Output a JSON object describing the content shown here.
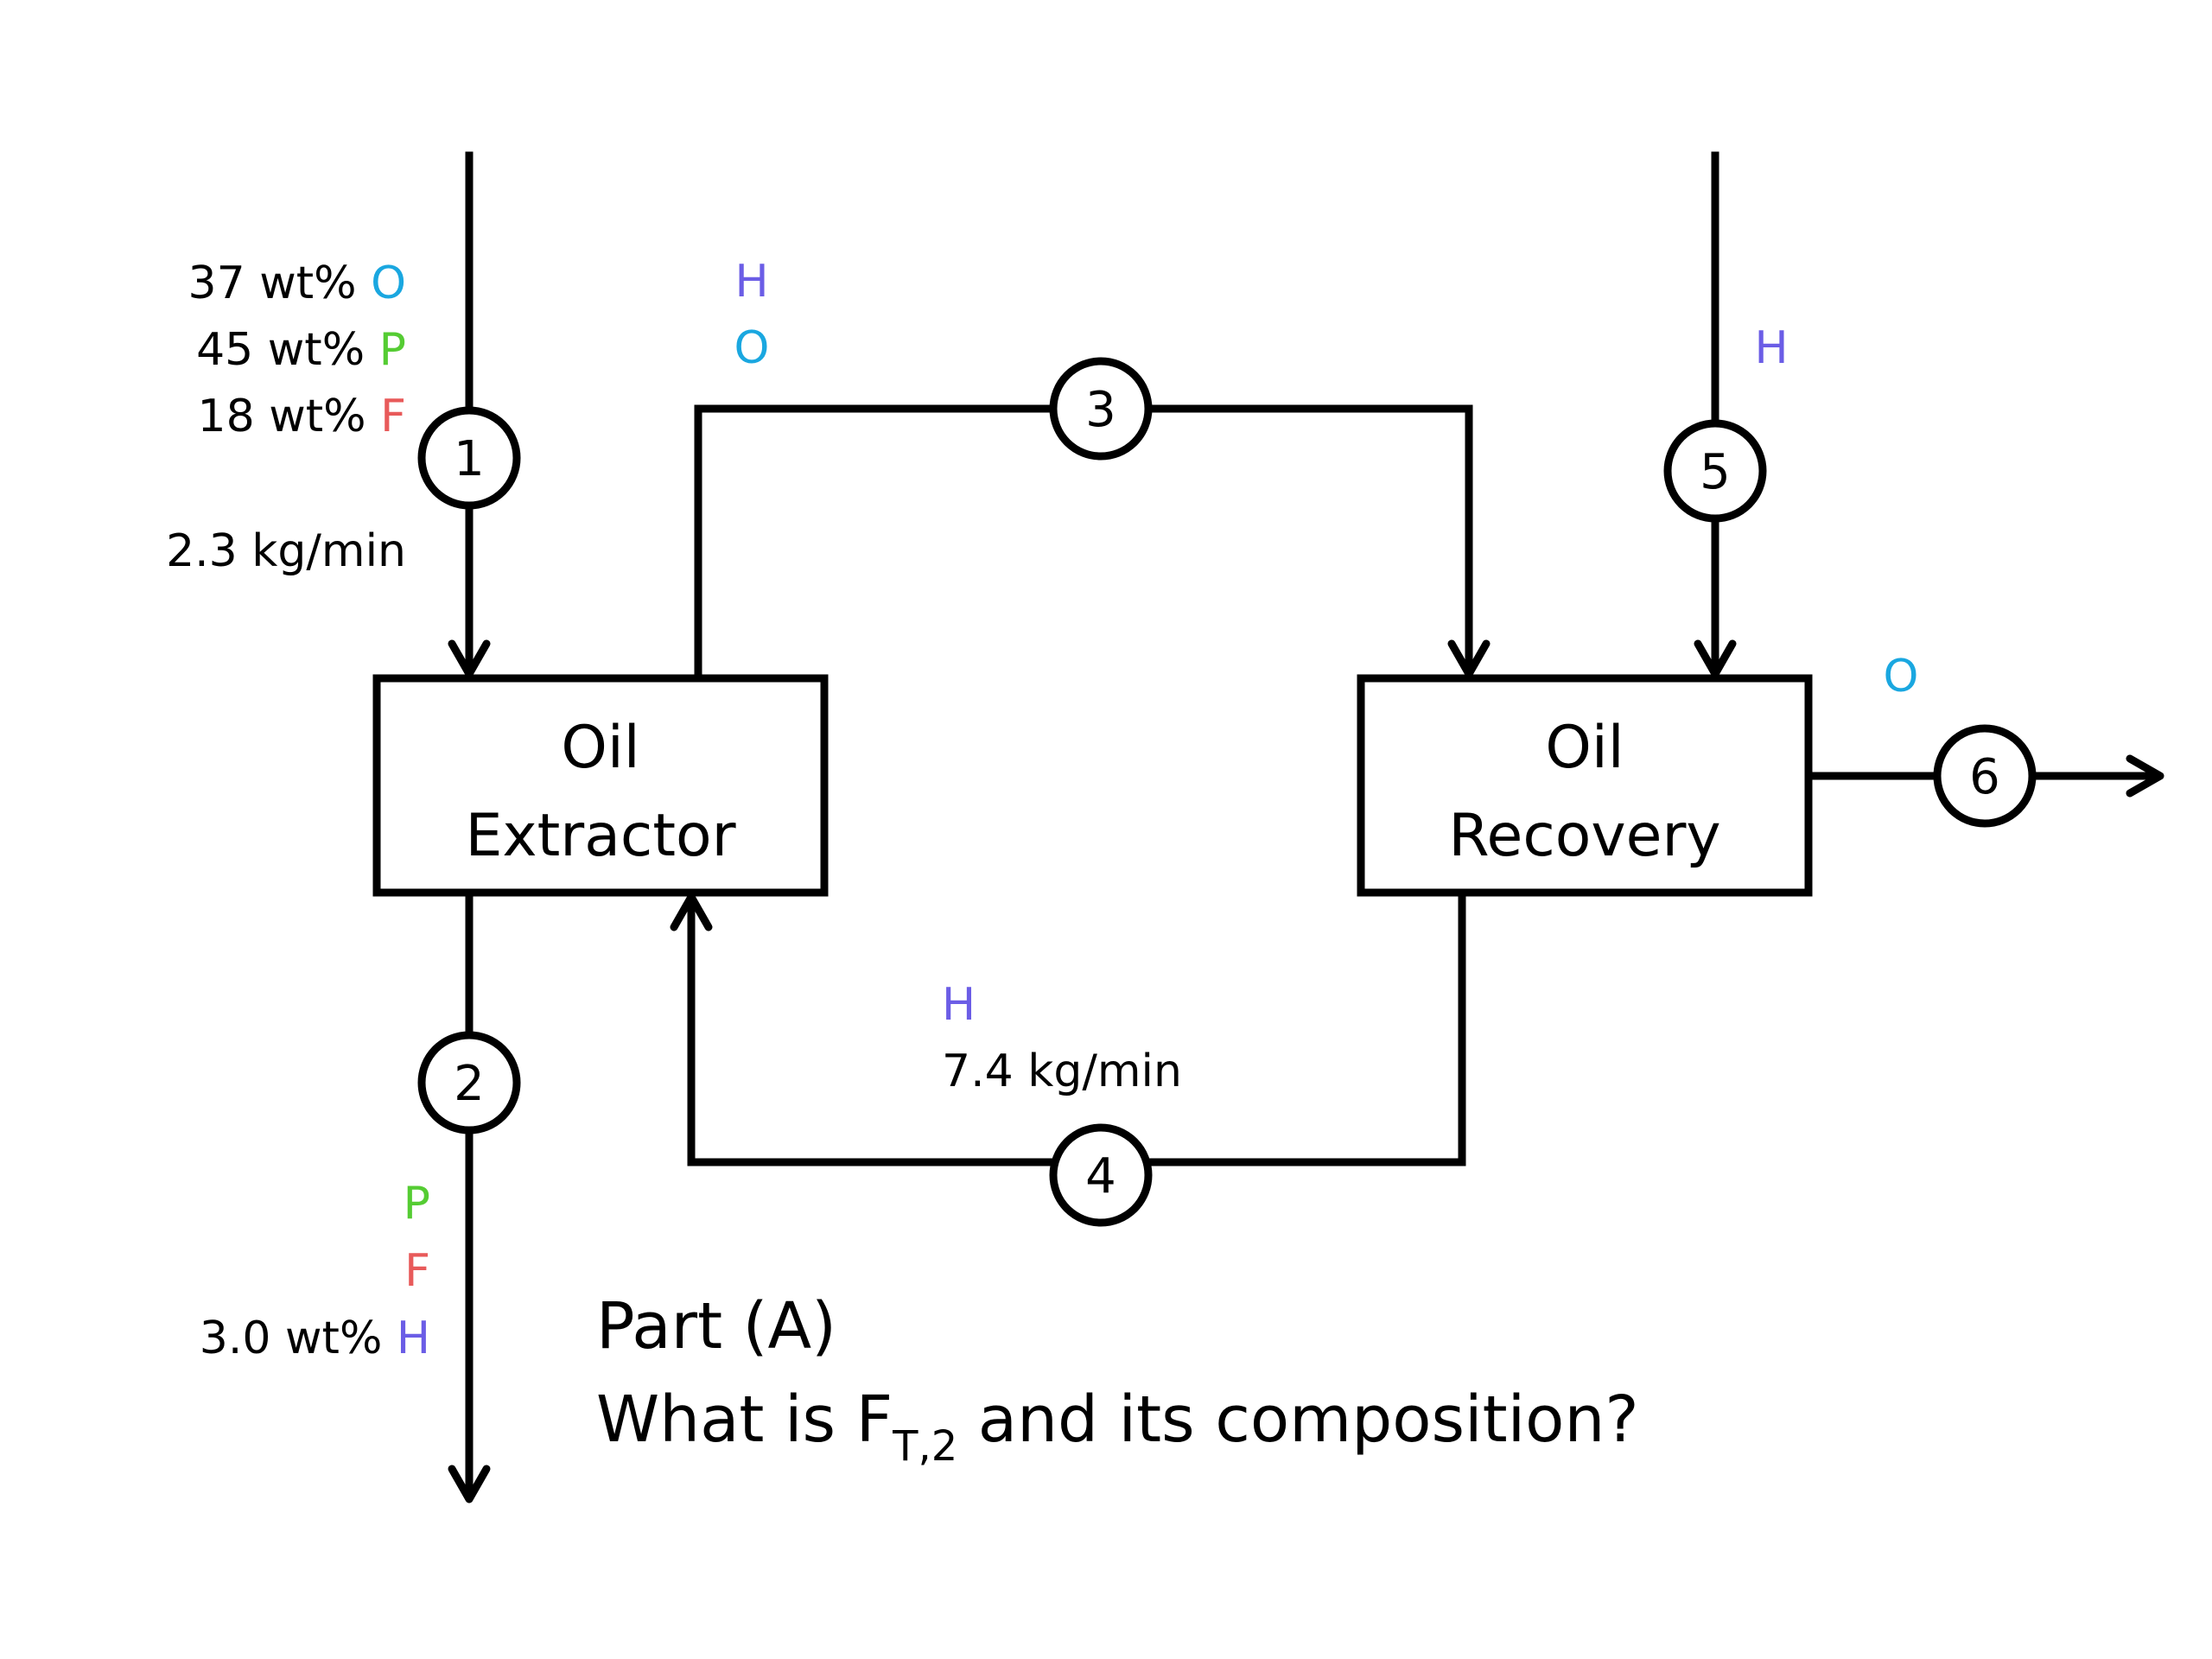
{
  "colors": {
    "O": "#1aa7e0",
    "P": "#55cc33",
    "F": "#e85a5a",
    "H": "#6b5de6",
    "line": "#000000"
  },
  "units": {
    "oil_extractor": [
      "Oil",
      "Extractor"
    ],
    "oil_recovery": [
      "Oil",
      "Recovery"
    ]
  },
  "streams": {
    "s1": {
      "number": "1",
      "composition": [
        {
          "text": "37 wt%",
          "component": "O"
        },
        {
          "text": "45 wt%",
          "component": "P"
        },
        {
          "text": "18 wt%",
          "component": "F"
        }
      ],
      "flow": "2.3 kg/min"
    },
    "s2": {
      "number": "2",
      "components": [
        "P",
        "F"
      ],
      "h_text": "3.0 wt%",
      "h_component": "H"
    },
    "s3": {
      "number": "3",
      "components": [
        "H",
        "O"
      ]
    },
    "s4": {
      "number": "4",
      "component": "H",
      "flow": "7.4 kg/min"
    },
    "s5": {
      "number": "5",
      "component": "H"
    },
    "s6": {
      "number": "6",
      "component": "O"
    }
  },
  "question": {
    "part": "Part (A)",
    "text_before": "What is F",
    "subscript": "T,2",
    "text_after": " and its composition?"
  }
}
